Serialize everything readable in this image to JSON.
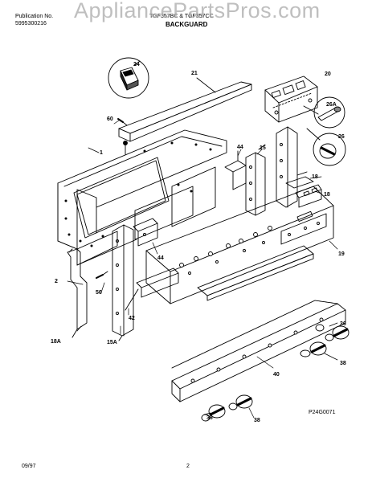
{
  "header": {
    "publication_label": "Publication No.",
    "publication_number": "5995300216",
    "model_text": "TGF357BC & TGF357CC",
    "section_title": "BACKGUARD"
  },
  "watermark": "AppliancePartsPros.com",
  "callouts": {
    "c24": "24",
    "c21": "21",
    "c20": "20",
    "c60": "60",
    "c26a": "26A",
    "c26": "26",
    "c1": "1",
    "c44a": "44",
    "c15": "15",
    "c18a": "18",
    "c18b": "18",
    "c44b": "44",
    "c19": "19",
    "c2": "2",
    "c56": "56",
    "c42": "42",
    "c18A": "18A",
    "c15A": "15A",
    "c36a": "36",
    "c38a": "38",
    "c40": "40",
    "c36b": "36",
    "c38b": "38"
  },
  "diagram_code": "P24G0071",
  "footer": {
    "date": "09/97",
    "page": "2"
  }
}
